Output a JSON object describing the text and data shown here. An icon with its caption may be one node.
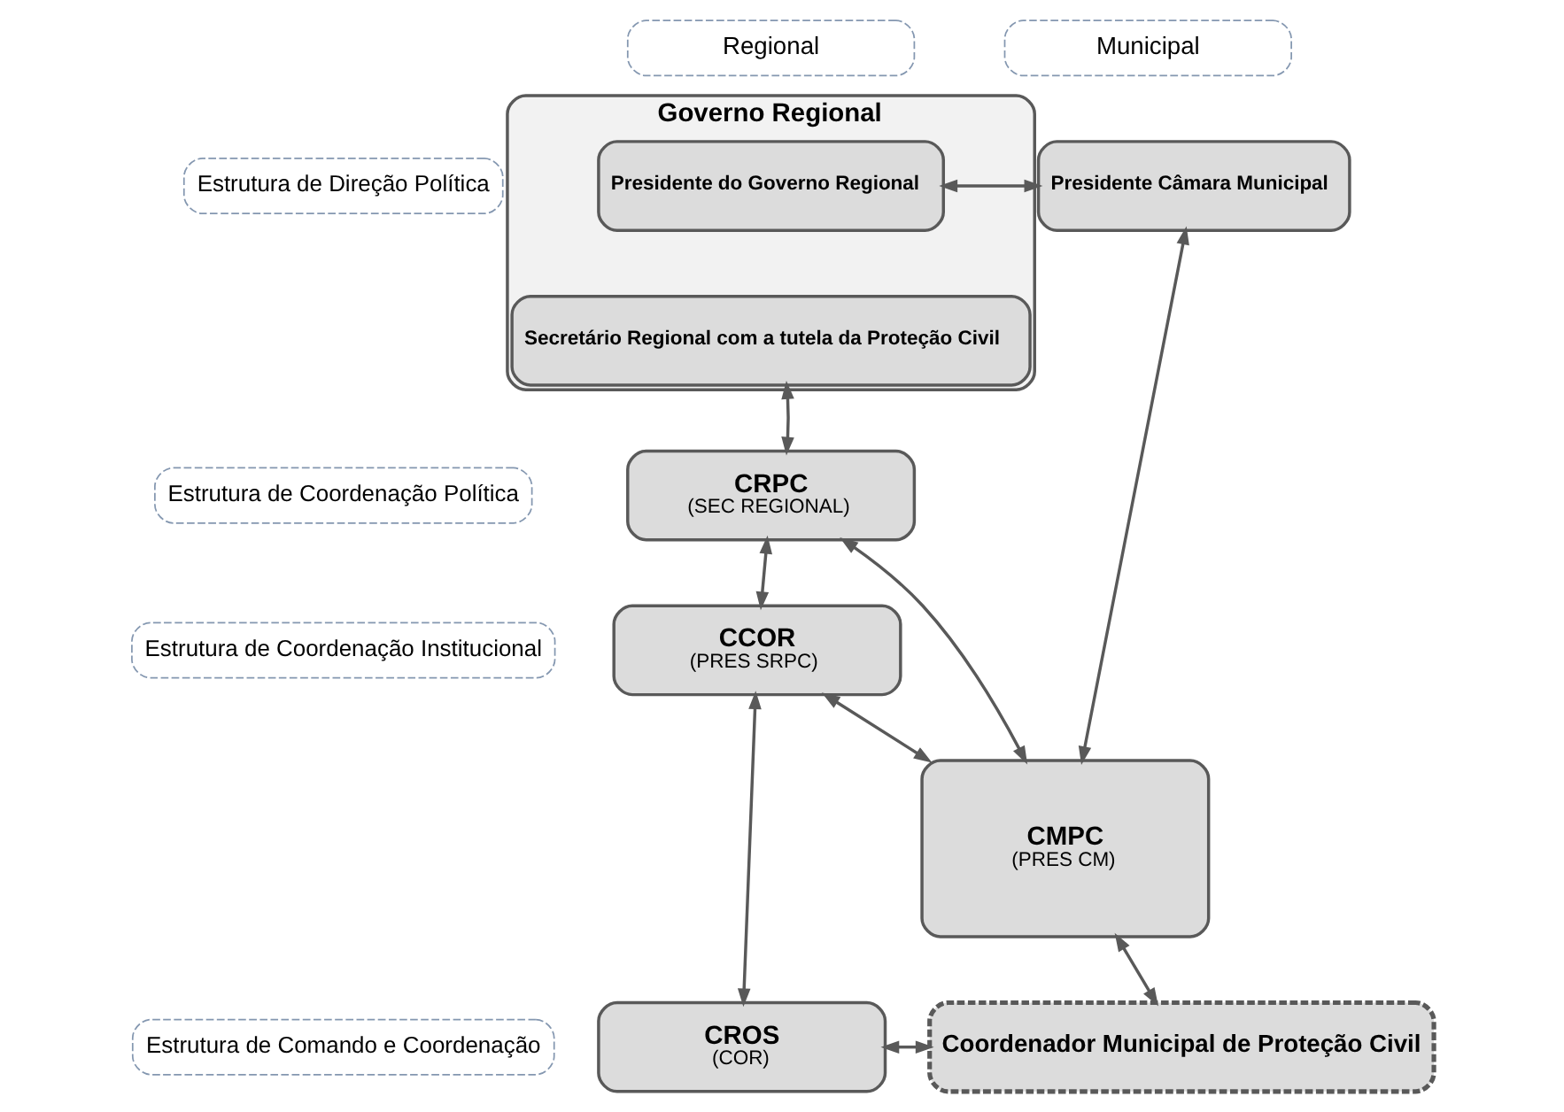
{
  "diagram": {
    "nodes": [
      {
        "text": [
          "Regional"
        ]
      },
      {
        "text": [
          "Municipal"
        ]
      },
      {
        "text": [
          "Estrutura de Direção Política"
        ]
      },
      {
        "text": [
          "Estrutura de Coordenação Política"
        ]
      },
      {
        "text": [
          "Estrutura de Coordenação Institucional"
        ]
      },
      {
        "text": [
          "Estrutura de Comando e Coordenação"
        ]
      },
      {
        "text": [
          "Governo Regional"
        ]
      },
      {
        "text": [
          "Presidente do Governo Regional"
        ],
        "in": 6
      },
      {
        "text": [
          "Secretário Regional com a tutela da Proteção Civil"
        ],
        "in": 6
      },
      {
        "text": [
          "Presidente Câmara Municipal"
        ]
      },
      {
        "text": [
          "CRPC",
          "(SEC REGIONAL)"
        ]
      },
      {
        "text": [
          "CMPC",
          "(PRES CM)"
        ]
      },
      {
        "text": [
          "CCOR",
          "(PRES SRPC)"
        ]
      },
      {
        "text": [
          "CROS",
          "(COR)"
        ]
      },
      {
        "text": [
          "Coordenador Municipal de Proteção Civil"
        ]
      }
    ],
    "edges": [
      {
        "from": 7,
        "to": 9,
        "arrow": "both"
      },
      {
        "from": 9,
        "to": 11,
        "arrow": "both"
      },
      {
        "from": 6,
        "to": 10,
        "arrow": "both"
      },
      {
        "from": 10,
        "to": 11,
        "arrow": "both"
      },
      {
        "from": 10,
        "to": 12,
        "arrow": "both"
      },
      {
        "from": 12,
        "to": 11,
        "arrow": "both"
      },
      {
        "from": 12,
        "to": 13,
        "arrow": "both"
      },
      {
        "from": 11,
        "to": 14,
        "arrow": "both"
      },
      {
        "from": 13,
        "to": 14,
        "arrow": "both"
      }
    ]
  }
}
